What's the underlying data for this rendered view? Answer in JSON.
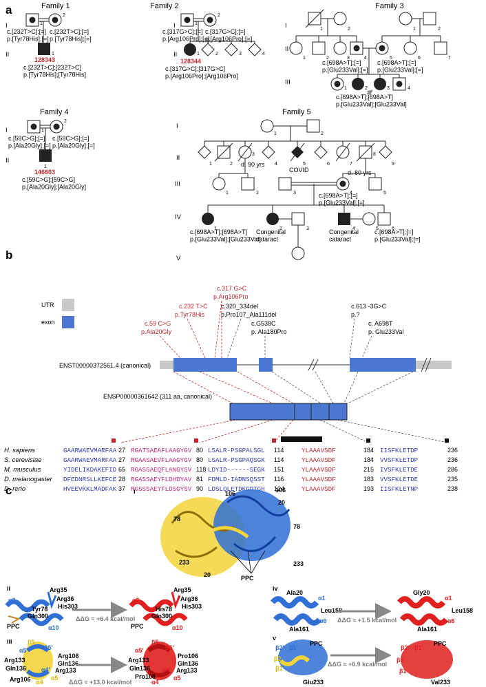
{
  "panel_a": {
    "label": "a",
    "family1": {
      "title": "Family 1",
      "gen_I": "I",
      "gen_II": "II",
      "I1": "1",
      "I2": "2",
      "II1": "1",
      "father_text": "c.[232T>C];[=]\np.[Tyr78His];[=]",
      "mother_text": "c.[232T>C];[=]\np.[Tyr78His];[=]",
      "proband_id": "128343",
      "proband_text": "c.[232T>C];[232T>C]\np.[Tyr78His];[Tyr78His]"
    },
    "family2": {
      "title": "Family 2",
      "gen_I": "I",
      "gen_II": "II",
      "I1": "1",
      "I2": "2",
      "II1": "1",
      "II2": "2",
      "II3": "3",
      "II4": "4",
      "father_text": "c.[317G>C];[=]\np.[Arg106Pro];[=]",
      "mother_text": "c.[317G>C];[=]\np.[Arg106Pro];[=]",
      "proband_id": "128344",
      "proband_text": "c.[317G>C];[317G>C]\np.[Arg106Pro];[Arg106Pro]"
    },
    "family3": {
      "title": "Family 3",
      "gen_I": "I",
      "gen_II": "II",
      "gen_III": "III",
      "nums_I": [
        "1",
        "2",
        "1",
        "2"
      ],
      "nums_II": [
        "1",
        "2",
        "3",
        "4",
        "5",
        "6",
        "7"
      ],
      "nums_III": [
        "1",
        "2",
        "3",
        "4"
      ],
      "II4_text": "c.[698A>T];[=]\np.[Glu233Val];[=]",
      "II5_text": "c.[698A>T];[=]\np.[Glu233Val];[=]",
      "III_text": "c.[698A>T];[698A>T]\np.[Glu233Val];[Glu233Val]"
    },
    "family4": {
      "title": "Family 4",
      "gen_I": "I",
      "gen_II": "II",
      "I1": "1",
      "I2": "2",
      "II1": "1",
      "father_text": "c.[59C>G];[=]\np.[Ala20Gly];[=]",
      "mother_text": "c.[59C>G];[=]\np.[Ala20Gly];[=]",
      "proband_id": "146603",
      "proband_text": "c.[59C>G];[59C>G]\np.[Ala20Gly];[Ala20Gly]"
    },
    "family5": {
      "title": "Family 5",
      "gens": [
        "I",
        "II",
        "III",
        "IV",
        "V"
      ],
      "nums_I": [
        "1",
        "2"
      ],
      "nums_II": [
        "1",
        "2",
        "3",
        "4",
        "5",
        "6",
        "7",
        "8",
        "9"
      ],
      "nums_III": [
        "1",
        "2",
        "3",
        "4",
        "5"
      ],
      "nums_IV": [
        "1",
        "2",
        "3",
        "4",
        "5",
        "6"
      ],
      "age_II3": "d. 90 yrs",
      "age_II7": "d. 80 yrs",
      "covid": "COVID",
      "III4_text": "c.[698A>T];[=]\np.[Glu233Val];[=]",
      "IV1_text": "c.[698A>T];[698A>T]\np.[Glu233Val];[Glu233Val]",
      "IV2_text": "Congenital\ncataract",
      "IV4_text": "Congenital\ncataract",
      "IV6_text": "c.[698A>T];[=]\np.[Glu233Val];[=]"
    }
  },
  "panel_b": {
    "label": "b",
    "legend_utr": "UTR",
    "legend_exon": "exon",
    "transcript": "ENST00000372561.4 (canonical)",
    "protein": "ENSP00000361642 (311 aa, canonical)",
    "variants": [
      {
        "cdna": "c.59 C>G",
        "protein": "p.Ala20Gly",
        "red": true
      },
      {
        "cdna": "c.232 T>C",
        "protein": "p.Tyr78His",
        "red": true
      },
      {
        "cdna": "c.317 G>C",
        "protein": "p.Arg106Pro",
        "red": true
      },
      {
        "cdna": "c.320_334del",
        "protein": "p.Pro107_Ala111del",
        "red": false
      },
      {
        "cdna": "c.G538C",
        "protein": "p. Ala180Pro",
        "red": false
      },
      {
        "cdna": "c.613 -3G>C",
        "protein": "p.?",
        "red": false
      },
      {
        "cdna": "c. A698T",
        "protein": "p. Glu233Val",
        "red": false
      }
    ],
    "species": [
      "H. sapiens",
      "S. cerevisiae",
      "M. musculus",
      "D. melanogaster",
      "D. rerio"
    ],
    "alignment": [
      [
        [
          "GAARWAEVMARFAA",
          "27"
        ],
        [
          "RGATSAEAFLAAGYGV",
          "80"
        ],
        [
          "LSALR-PSGPALSGL",
          "114"
        ],
        [
          "YLAAAVSDF",
          "184"
        ],
        [
          "IISFKLETDP",
          "236"
        ]
      ],
      [
        [
          "GAARWAEVMARFAA",
          "27"
        ],
        [
          "RGAASAEVFLAAGYGV",
          "80"
        ],
        [
          "LSALR-PSGPAQSGK",
          "114"
        ],
        [
          "YLAAAVSDF",
          "184"
        ],
        [
          "VVSFKLETDP",
          "236"
        ]
      ],
      [
        [
          "YIDELIKDAKEFID",
          "65"
        ],
        [
          "RGASSAEQFLANGYSV",
          "118"
        ],
        [
          "LDYID------SEGK",
          "151"
        ],
        [
          "YLAAAVSDF",
          "215"
        ],
        [
          "IVSFKLETDE",
          "286"
        ]
      ],
      [
        [
          "DFEDNRSLLKEFCE",
          "28"
        ],
        [
          "RGASSAEYFLDHDYAV",
          "81"
        ],
        [
          "FDMLD-IADNSQSST",
          "116"
        ],
        [
          "YLAAAVSDF",
          "183"
        ],
        [
          "VVSFKLETDE",
          "235"
        ]
      ],
      [
        [
          "HVEEVKKLMADFAK",
          "37"
        ],
        [
          "RGSSSAEYFLDSGYSV",
          "90"
        ],
        [
          "LDSLQLETDKGDTGH",
          "124"
        ],
        [
          "YLAAAVSDF",
          "193"
        ],
        [
          "IISFKLETNP",
          "238"
        ]
      ]
    ]
  },
  "panel_c": {
    "label": "c",
    "roman_i": "i",
    "roman_ii": "ii",
    "roman_iii": "iii",
    "roman_iv": "iv",
    "roman_v": "v",
    "i_labels": [
      "106",
      "106",
      "20",
      "78",
      "78",
      "233",
      "20",
      "233",
      "PPC"
    ],
    "ii_left": [
      "Arg35",
      "Arg36",
      "His303",
      "α2",
      "Tyr78",
      "Gln300",
      "PPC",
      "α10"
    ],
    "ii_right": [
      "Arg35",
      "Arg36",
      "His303",
      "α2",
      "His78",
      "Gln300",
      "PPC",
      "α10"
    ],
    "ii_ddg": "ΔΔG ≈ +6.4 kcal/mol",
    "iii_left": [
      "β5",
      "α5'",
      "β5'",
      "Arg106",
      "Gln136",
      "Arg133",
      "Arg133",
      "Gln136",
      "α4'",
      "α5",
      "Arg106",
      "α4"
    ],
    "iii_right": [
      "α5'",
      "β5",
      "β5'",
      "Pro106",
      "Gln136",
      "Arg133",
      "Arg133",
      "Gln136",
      "α4'",
      "α5",
      "Pro106",
      "α4"
    ],
    "iii_ddg": "ΔΔG ≈ +13.0 kcal/mol",
    "iv_left": [
      "Ala20",
      "α1",
      "Leu158",
      "α6",
      "Ala161"
    ],
    "iv_right": [
      "Gly20",
      "α1",
      "Leu158",
      "α6",
      "Ala161"
    ],
    "iv_ddg": "ΔΔG ≈ +1.5 kcal/mol",
    "v_left": [
      "β2'",
      "β1'",
      "PPC",
      "β2",
      "β1",
      "Glu233"
    ],
    "v_right": [
      "β2'",
      "β1'",
      "PPC",
      "β2",
      "β1",
      "Val233"
    ],
    "v_ddg": "ΔΔG ≈ +0.9 kcal/mol"
  },
  "colors": {
    "exon": "#4b77d1",
    "utr": "#c8c8c8",
    "red": "#c0272d",
    "blue_seq": "#2d3bb5",
    "pink_seq": "#c0277a",
    "grey_seq": "#8a8a8a",
    "yellow": "#f2d43a",
    "helix_blue": "#2f6fd6",
    "helix_red": "#e02020"
  }
}
